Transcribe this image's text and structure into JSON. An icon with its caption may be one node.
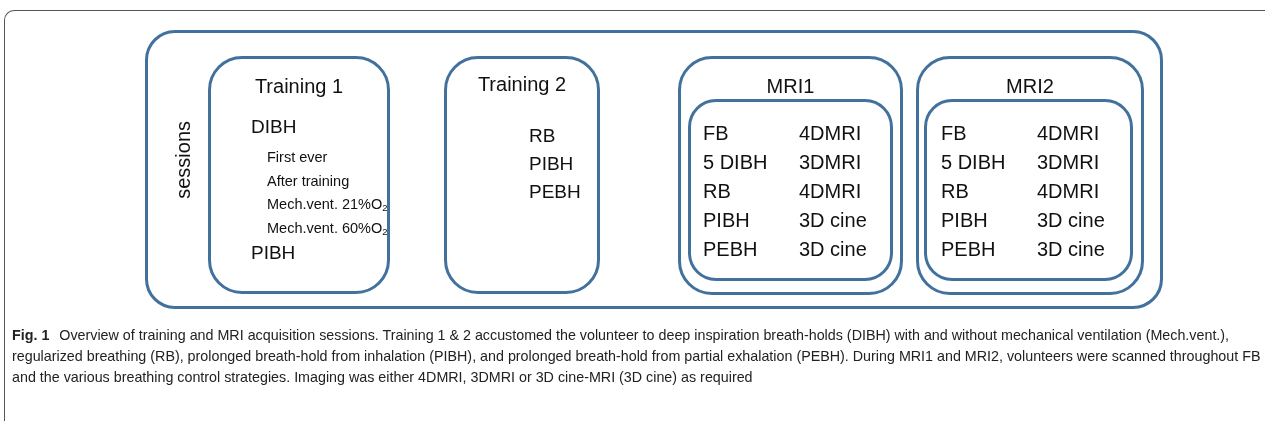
{
  "diagram": {
    "caption": "**Fig. 1** Overview of training and MRI acquisition sessions. Training 1 & 2 accustomed the volunteer to deep inspiration breath-holds (DIBH) with and without mechanical ventilation (Mech.vent.), regularized breathing (RB), prolonged breath-hold from inhalation (PIBH), and prolonged breath-hold from partial exhalation (PEBH). During MRI1 and MRI2, volunteers were scanned throughout FB and the various breathing control strategies. Imaging was either 4DMRI, 3DMRI or 3D cine-MRI (3D cine) as required",
    "nodes": [
      {
        "text": [
          "sessions"
        ]
      },
      {
        "text": [
          "Training 1",
          "DIBH",
          "First ever",
          "After training",
          "Mech.vent. 21%O$_{2}$",
          "Mech.vent. 60%O$_{2}$",
          "PIBH"
        ],
        "in": 0
      },
      {
        "text": [
          "Training 2",
          "RB",
          "PIBH",
          "PEBH"
        ],
        "in": 0
      },
      {
        "text": [
          "MRI1"
        ],
        "in": 0
      },
      {
        "text": [
          "FB",
          "4DMRI",
          "5 DIBH",
          "3DMRI",
          "RB",
          "4DMRI",
          "PIBH",
          "3D cine",
          "PEBH",
          "3D cine"
        ],
        "in": 3
      },
      {
        "text": [
          "MRI2"
        ],
        "in": 0
      },
      {
        "text": [
          "FB",
          "4DMRI",
          "5 DIBH",
          "3DMRI",
          "RB",
          "4DMRI",
          "PIBH",
          "3D cine",
          "PEBH",
          "3D cine"
        ],
        "in": 5
      }
    ]
  }
}
